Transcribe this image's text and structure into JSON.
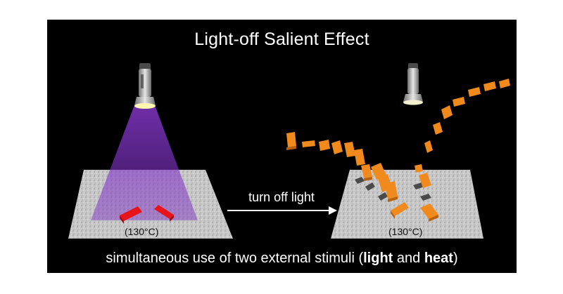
{
  "title": "Light-off Salient Effect",
  "left_temperature": "(130°C)",
  "right_temperature": "(130°C)",
  "arrow_label": "turn off light",
  "caption": {
    "prefix": "simultaneous use of two external stimuli (",
    "light": "light",
    "middle": " and ",
    "heat": "heat",
    "suffix": ")"
  },
  "colors": {
    "background": "#000000",
    "uv_light": "#8a3ad0",
    "crystal_red": "#e8141c",
    "crystal_orange": "#f08a1c",
    "plate": "#c9c9c9"
  },
  "icons": [
    "flashlight-icon-left",
    "flashlight-icon-right"
  ]
}
